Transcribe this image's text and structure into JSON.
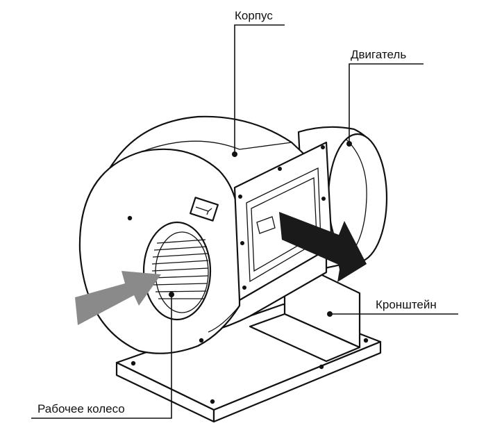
{
  "labels": {
    "housing": "Корпус",
    "motor": "Двигатель",
    "bracket": "Кронштейн",
    "impeller": "Рабочее колесо"
  },
  "colors": {
    "inflow_arrow": "#8a8a8a",
    "outflow_arrow": "#1a1a1a",
    "line": "#111111"
  }
}
